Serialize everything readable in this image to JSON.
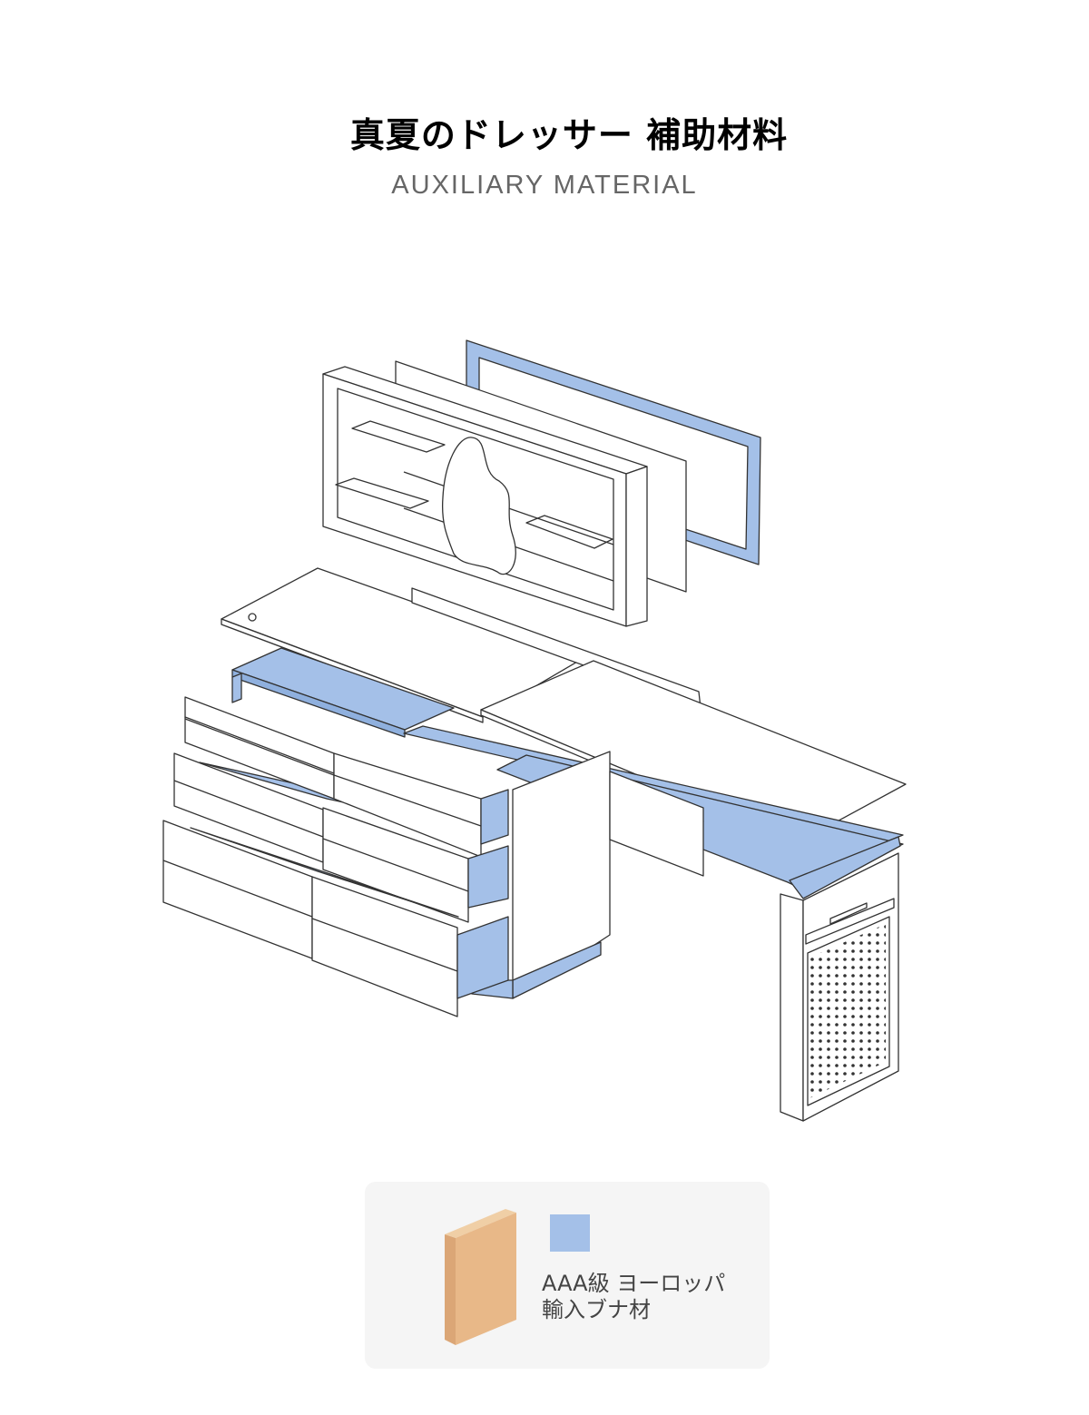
{
  "header": {
    "title": "真夏のドレッサー 補助材料",
    "subtitle": "AUXILIARY MATERIAL"
  },
  "colors": {
    "accent_blue": "#a4c0e8",
    "wood": "#e8b888",
    "legend_bg": "#f5f5f5"
  },
  "legend": {
    "material_label": "AAA級 ヨーロッパ輸入ブナ材"
  }
}
